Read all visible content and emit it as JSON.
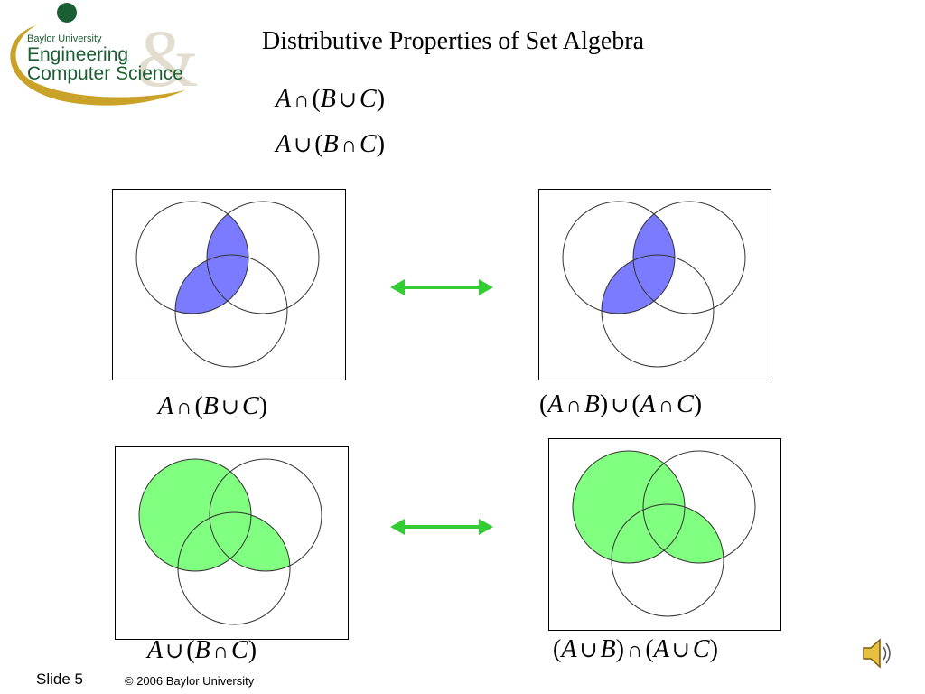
{
  "logo": {
    "line1": "Baylor University",
    "line2": "Engineering",
    "line3": "Computer Science",
    "colors": {
      "green": "#1a5e33",
      "gold": "#c9a227",
      "ampersand": "#d9d2c3"
    }
  },
  "title": "Distributive Properties of Set Algebra",
  "formulas": {
    "header1": {
      "a": "A",
      "op1": "∩",
      "open": "(",
      "b": "B",
      "op2": "∪",
      "c": "C",
      "close": ")"
    },
    "header2": {
      "a": "A",
      "op1": "∪",
      "open": "(",
      "b": "B",
      "op2": "∩",
      "c": "C",
      "close": ")"
    },
    "caption1": {
      "a": "A",
      "op1": "∩",
      "open": "(",
      "b": "B",
      "op2": "∪",
      "c": "C",
      "close": ")"
    },
    "caption2": {
      "p1": "(",
      "a1": "A",
      "op1": "∩",
      "b": "B",
      "p2": ")",
      "op2": "∪",
      "p3": "(",
      "a2": "A",
      "op3": "∩",
      "c": "C",
      "p4": ")"
    },
    "caption3": {
      "a": "A",
      "op1": "∪",
      "open": "(",
      "b": "B",
      "op2": "∩",
      "c": "C",
      "close": ")"
    },
    "caption4": {
      "p1": "(",
      "a1": "A",
      "op1": "∪",
      "b": "B",
      "p2": ")",
      "op2": "∩",
      "p3": "(",
      "a2": "A",
      "op3": "∪",
      "c": "C",
      "p4": ")"
    }
  },
  "colors": {
    "intersection_fill": "#7b7bff",
    "union_fill": "#80ff80",
    "arrow": "#33cc33"
  },
  "footer": {
    "slide_label": "Slide 5",
    "copyright": "© 2006 Baylor University"
  },
  "icons": {
    "audio": "speaker-icon"
  }
}
